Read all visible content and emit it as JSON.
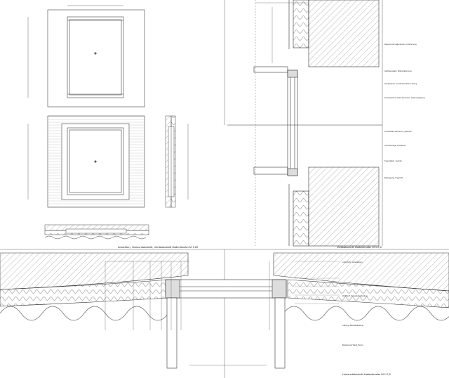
{
  "captions": {
    "top_left_title": "Ansichten, Horizontalschnitt, Vertikalschnitt Hallenfenster M 1:20",
    "top_right_title": "Vertikalschnitt Hallenfenster M 1:2,5",
    "bottom_title": "Horizontalschnitt Hallenfenster M 1:2,5"
  },
  "notes": [
    "Bestehende Hallendecke mit Dämmung",
    "Holzfaserplatte, Wärmedämmung",
    "Dampfsperre, Unterkonstruktion Lattung",
    "Fensterrahmen Holz-Aluminium, Isolierverglasung",
    "Fensterbank Aluminium, gekantet",
    "Anschlussfuge, Dichtband",
    "Trapezblech, verzinkt",
    "Befestigung, Tragprofil",
    "Luftschicht, Hinterlüftung",
    "Wellblech Fassadenbekleidung",
    "Laibung, Blechabdeckung",
    "Bestehende Wand, Beton"
  ],
  "colors": {
    "line": "#333333",
    "hatch": "#888888",
    "background": "#ffffff"
  }
}
